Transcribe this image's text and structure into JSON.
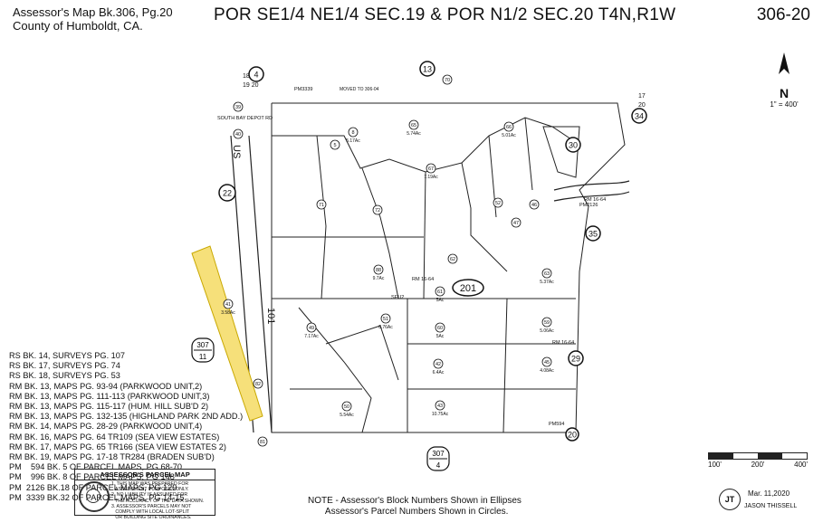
{
  "header": {
    "map_book": "Assessor's Map Bk.306, Pg.20",
    "county": "County of Humboldt, CA.",
    "title": "POR SE1/4 NE1/4 SEC.19 & POR N1/2 SEC.20 T4N,R1W",
    "page_number": "306-20"
  },
  "north": {
    "letter": "N",
    "scale": "1\" = 400'"
  },
  "block_labels": [
    "201"
  ],
  "road_labels": {
    "us": "US",
    "route": "101",
    "south_bay": "SOUTH BAY DEPOT RD",
    "pm3339": "PM3339",
    "pm2126": "PM2126",
    "pm594": "PM594",
    "rm1664a": "RM 16-64",
    "rm1664b": "RM 16-64",
    "rm1664c": "RM 16-64",
    "seu2": "SEU2",
    "moved": "MOVED TO 306-04",
    "sec_top": "18 17",
    "sec_bot": "19 20",
    "sec_right_top": "17",
    "sec_right_bot": "20"
  },
  "adjacent_pages": [
    {
      "top": "307",
      "bottom": "11"
    },
    {
      "top": "307",
      "bottom": "4"
    }
  ],
  "references": [
    "RS BK. 14, SURVEYS PG. 107",
    "RS BK. 17, SURVEYS PG. 74",
    "RS BK. 18, SURVEYS PG. 53",
    "RM BK. 13, MAPS PG. 93-94 (PARKWOOD UNIT,2)",
    "RM BK. 13, MAPS PG. 111-113 (PARKWOOD UNIT,3)",
    "RM BK. 13, MAPS PG. 115-117 (HUM. HILL SUB'D 2)",
    "RM BK. 13, MAPS PG. 132-135 (HIGHLAND PARK 2ND ADD.)",
    "RM BK. 14, MAPS PG. 28-29 (PARKWOOD UNIT,4)",
    "RM BK. 16, MAPS PG. 64 TR109 (SEA VIEW ESTATES)",
    "RM BK. 17, MAPS PG. 65 TR166 (SEA VIEW ESTATES 2)",
    "RM BK. 19, MAPS PG. 17-18 TR284 (BRADEN SUB'D)",
    "PM    594 BK. 5 OF PARCEL MAPS, PG 68-70",
    "PM    996 BK. 8 OF PARCEL MAPS, PG 148",
    "PM  2126 BK.18 OF PARCEL MAPS, PG 129",
    "PM  3339 BK.32 OF PARCEL MAPS, PG 14-15"
  ],
  "assessor_box": {
    "title": "ASSESSOR'S PARCEL MAP",
    "notes": "1. THIS MAP WAS PREPARED FOR\n   ASSESSMENT PURPOSES ONLY.\n2. NO LIABILITY IS ASSUMED FOR\n   THE ACCURACY OF THE DATA SHOWN.\n3. ASSESSOR'S PARCELS MAY NOT\n   COMPLY WITH LOCAL LOT-SPLIT\n   OR BUILDING SITE ORDINANCES."
  },
  "note": "NOTE - Assessor's Block Numbers Shown in Ellipses\n       Assessor's Parcel Numbers Shown in Circles.",
  "scale_bar": {
    "left": "100'",
    "mid": "200'",
    "right": "400'"
  },
  "credit": {
    "initials": "JT",
    "date": "Mar. 11,2020",
    "name": "JASON THISSELL"
  },
  "parcels": [
    {
      "n": "4",
      "area": ""
    },
    {
      "n": "13",
      "area": ""
    },
    {
      "n": "22",
      "area": ""
    },
    {
      "n": "30",
      "area": ""
    },
    {
      "n": "34",
      "area": ""
    },
    {
      "n": "35",
      "area": ""
    },
    {
      "n": "29",
      "area": ""
    },
    {
      "n": "20",
      "area": ""
    },
    {
      "n": "81",
      "area": ""
    },
    {
      "n": "82",
      "area": ""
    },
    {
      "n": "70",
      "area": ""
    },
    {
      "n": "39",
      "area": ""
    },
    {
      "n": "40",
      "area": ""
    },
    {
      "n": "71",
      "area": ""
    },
    {
      "n": "72",
      "area": ""
    },
    {
      "n": "5",
      "area": ""
    },
    {
      "n": "8",
      "area": "5.17Ac"
    },
    {
      "n": "65",
      "area": "5.74Ac"
    },
    {
      "n": "66",
      "area": "5.01Ac"
    },
    {
      "n": "67",
      "area": "7.19Ac"
    },
    {
      "n": "52",
      "area": ""
    },
    {
      "n": "47",
      "area": ""
    },
    {
      "n": "46",
      "area": ""
    },
    {
      "n": "88",
      "area": "9.7Ac"
    },
    {
      "n": "62",
      "area": ""
    },
    {
      "n": "61",
      "area": "5Ac"
    },
    {
      "n": "63",
      "area": "5.37Ac"
    },
    {
      "n": "60",
      "area": "5Ac"
    },
    {
      "n": "59",
      "area": "5.06Ac"
    },
    {
      "n": "51",
      "area": "8.76Ac"
    },
    {
      "n": "49",
      "area": "7.17Ac"
    },
    {
      "n": "50",
      "area": "5.54Ac"
    },
    {
      "n": "42",
      "area": "6.4Ac"
    },
    {
      "n": "43",
      "area": "10.75Ac"
    },
    {
      "n": "45",
      "area": "4.08Ac"
    },
    {
      "n": "41",
      "area": "3.58Ac"
    }
  ]
}
